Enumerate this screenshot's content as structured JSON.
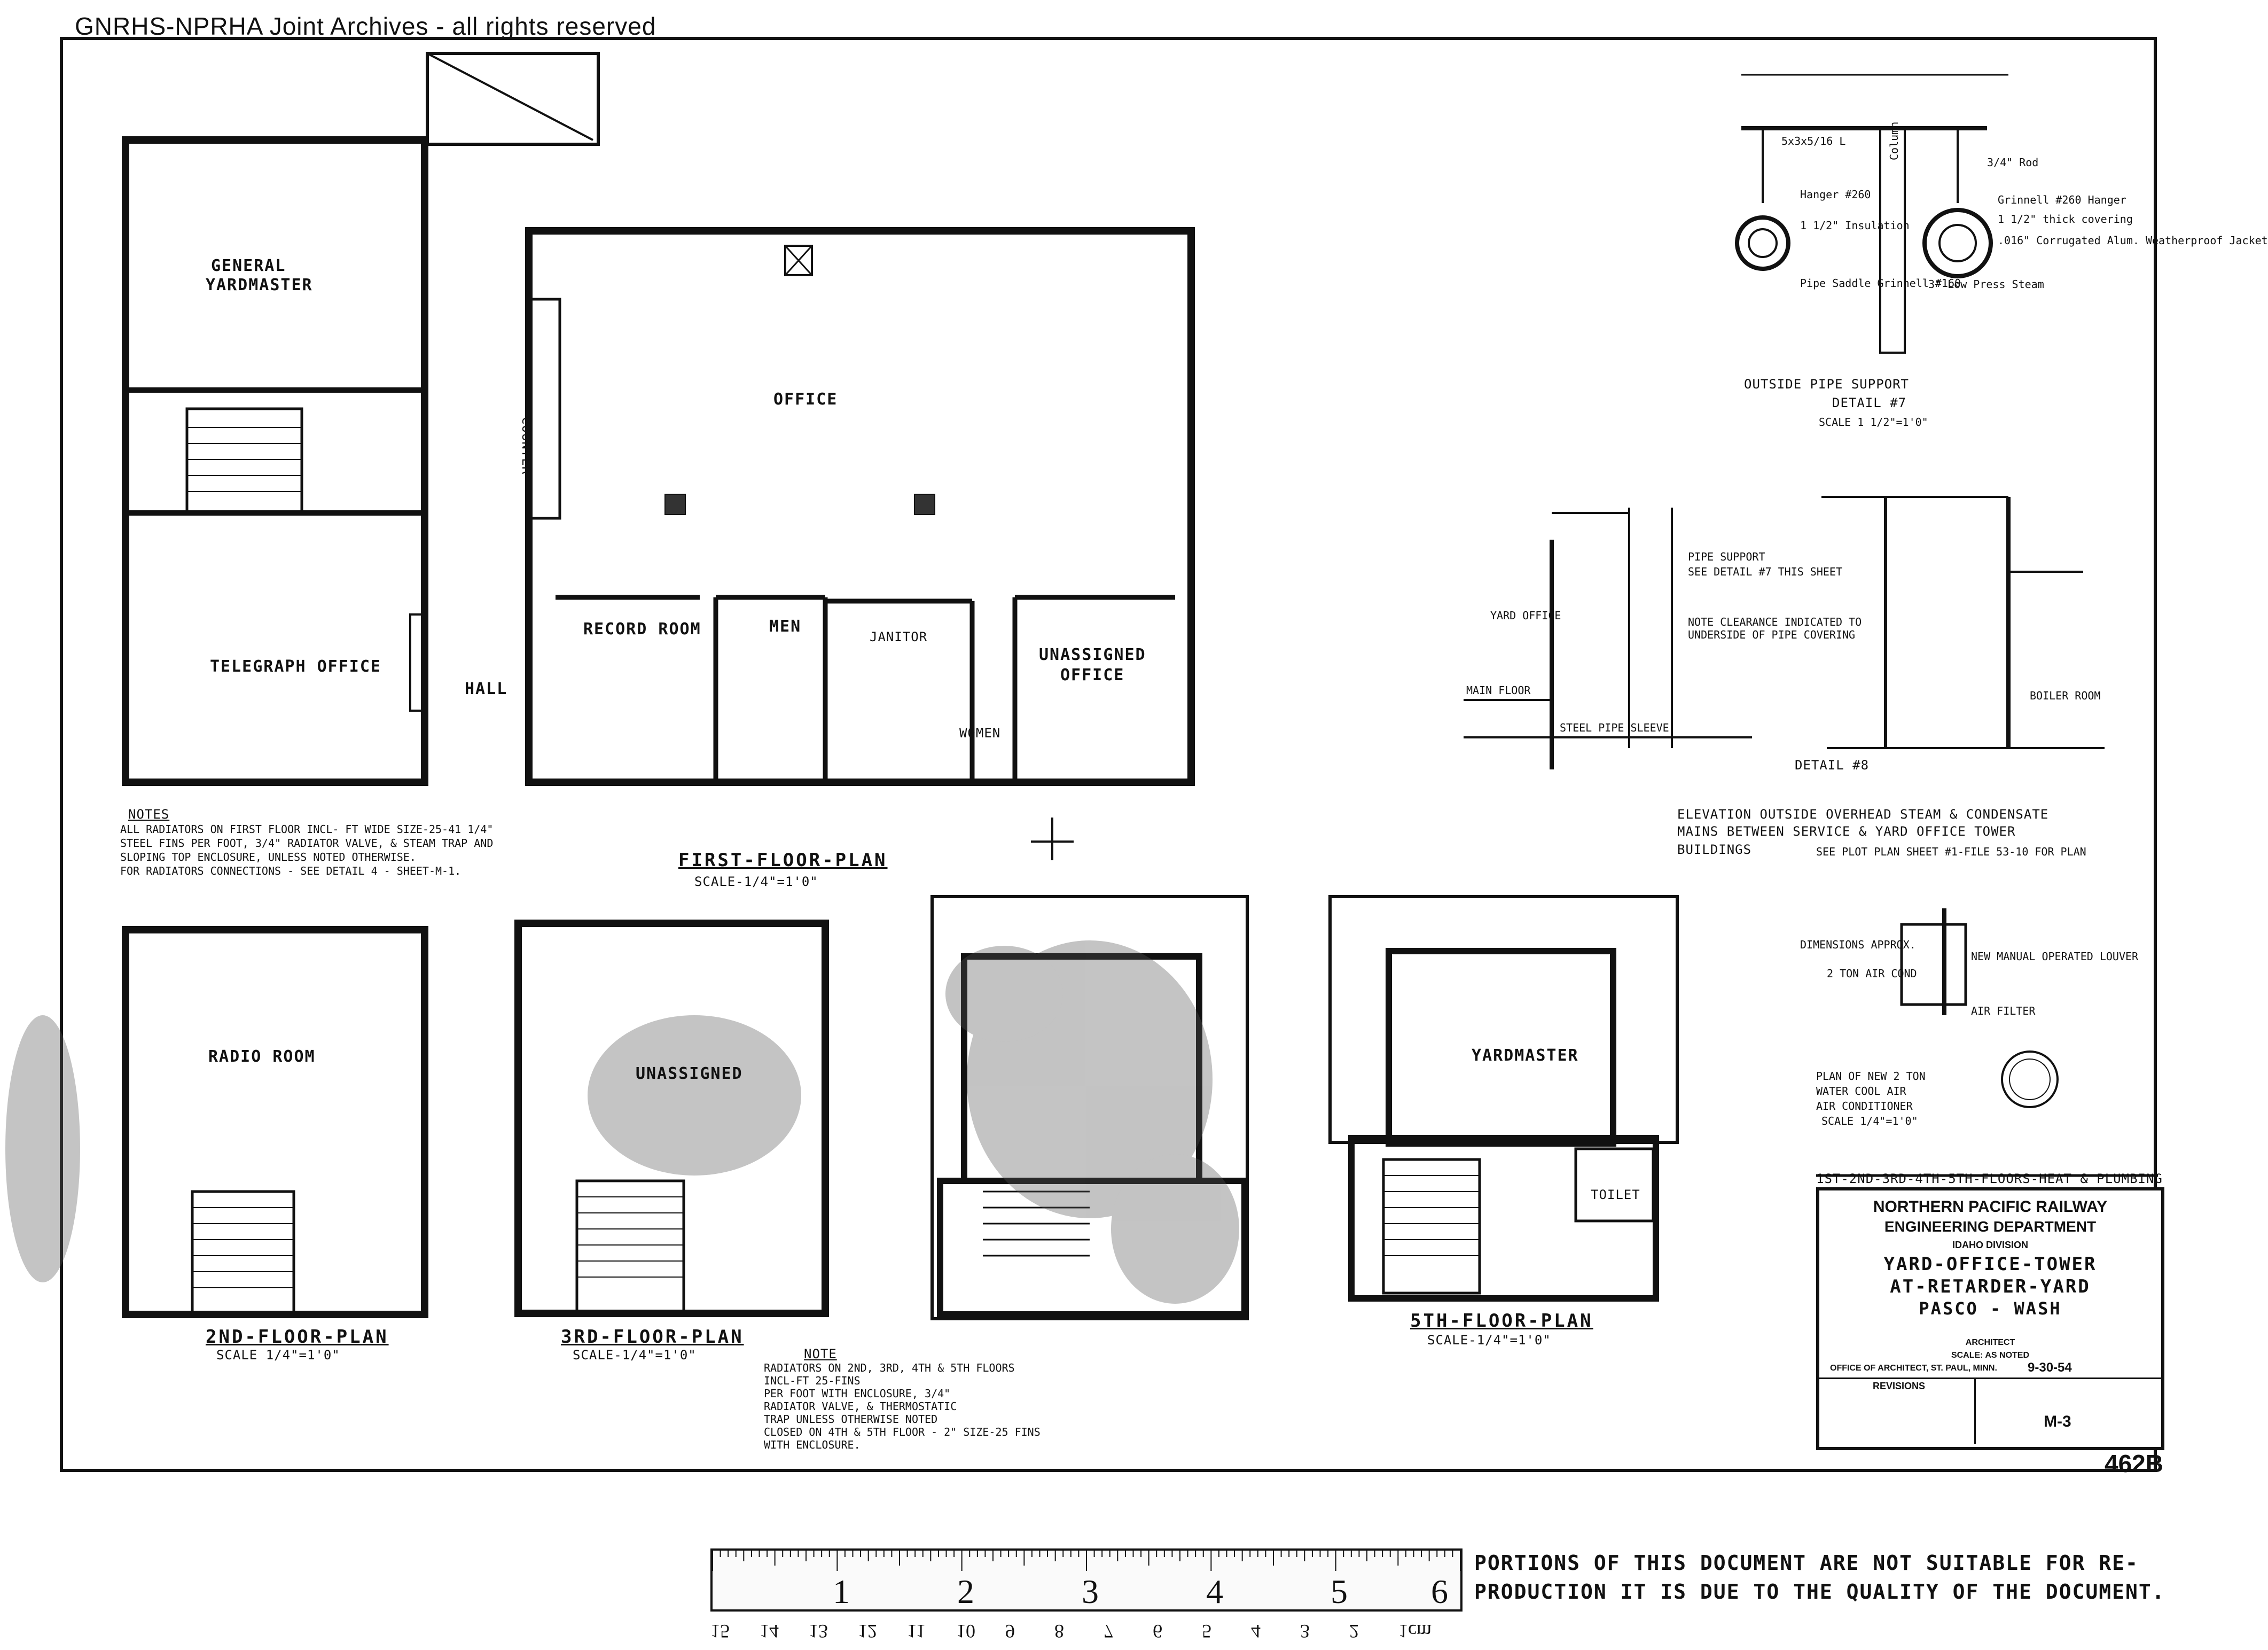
{
  "watermark": "GNRHS-NPRHA Joint Archives - all rights reserved",
  "plans": {
    "first_floor": {
      "title": "FIRST-FLOOR-PLAN",
      "scale": "SCALE-1/4\"=1'0\"",
      "rooms": {
        "general_yardmaster_1": "GENERAL",
        "general_yardmaster_2": "YARDMASTER",
        "office": "OFFICE",
        "telegraph": "TELEGRAPH OFFICE",
        "hall": "HALL",
        "record_room": "RECORD ROOM",
        "men": "MEN",
        "janitor": "JANITOR",
        "women": "WOMEN",
        "unassigned_1": "UNASSIGNED",
        "unassigned_2": "OFFICE",
        "counter": "COUNTER"
      },
      "notes_title": "NOTES",
      "notes": [
        "ALL RADIATORS ON FIRST FLOOR INCL- FT WIDE SIZE-25-41 1/4\"",
        "STEEL FINS PER FOOT, 3/4\" RADIATOR VALVE, & STEAM TRAP AND",
        "SLOPING TOP ENCLOSURE, UNLESS NOTED OTHERWISE.",
        "FOR RADIATORS CONNECTIONS - SEE DETAIL 4 - SHEET-M-1."
      ]
    },
    "second_floor": {
      "title": "2ND-FLOOR-PLAN",
      "scale": "SCALE 1/4\"=1'0\"",
      "room": "RADIO ROOM"
    },
    "third_floor": {
      "title": "3RD-FLOOR-PLAN",
      "scale": "SCALE-1/4\"=1'0\"",
      "room": "UNASSIGNED"
    },
    "fifth_floor": {
      "title": "5TH-FLOOR-PLAN",
      "scale": "SCALE-1/4\"=1'0\"",
      "room": "YARDMASTER",
      "toilet": "TOILET"
    },
    "fourth_floor_note_title": "NOTE",
    "fourth_floor_notes": [
      "RADIATORS ON 2ND, 3RD, 4TH & 5TH FLOORS",
      "INCL-FT 25-FINS",
      "PER FOOT WITH ENCLOSURE, 3/4\"",
      "RADIATOR VALVE, & THERMOSTATIC",
      "TRAP UNLESS OTHERWISE NOTED",
      "CLOSED ON 4TH & 5TH FLOOR - 2\" SIZE-25 FINS",
      "WITH ENCLOSURE."
    ]
  },
  "details": {
    "pipe_support_title": "OUTSIDE PIPE SUPPORT",
    "pipe_support_detail": "DETAIL #7",
    "pipe_support_scale": "SCALE 1 1/2\"=1'0\"",
    "pipe_labels": [
      "5x3x5/16 L",
      "3/4\" Rod",
      "Grinnell #260 Hanger",
      "1 1/2\" thick covering",
      ".016\" Corrugated Alum. Weatherproof Jacket",
      "3\" Low Press Steam",
      "Column",
      "Hanger #260",
      "1 1/2\" Insulation",
      "Pipe Saddle Grinnell #160"
    ],
    "elevation_detail": "DETAIL #8",
    "elevation_title_1": "ELEVATION OUTSIDE OVERHEAD STEAM & CONDENSATE",
    "elevation_title_2": "MAINS BETWEEN SERVICE & YARD OFFICE TOWER",
    "elevation_title_3": "BUILDINGS",
    "elevation_ref": "SEE PLOT PLAN SHEET #1-FILE 53-10 FOR PLAN",
    "elevation_labels": [
      "YARD OFFICE",
      "MAIN FLOOR",
      "PIPE SUPPORT",
      "SEE DETAIL #7 THIS SHEET",
      "NOTE CLEARANCE INDICATED TO UNDERSIDE OF PIPE COVERING",
      "STEEL PIPE SLEEVE",
      "BOILER ROOM"
    ],
    "ac_plan_1": "PLAN OF NEW 2 TON",
    "ac_plan_2": "WATER COOL AIR",
    "ac_plan_3": "AIR CONDITIONER",
    "ac_plan_4": "SCALE 1/4\"=1'0\"",
    "ac_labels": [
      "DIMENSIONS APPROX.",
      "2 TON AIR COND",
      "AIR FILTER",
      "NEW MANUAL OPERATED LOUVER"
    ]
  },
  "title_block": {
    "sheet_heading": "1ST-2ND-3RD-4TH-5TH-FLOORS-HEAT & PLUMBING",
    "railway": "NORTHERN PACIFIC RAILWAY",
    "department": "ENGINEERING DEPARTMENT",
    "division": "IDAHO DIVISION",
    "project_1": "YARD-OFFICE-TOWER",
    "project_2": "AT-RETARDER-YARD",
    "location": "PASCO - WASH",
    "architect": "ARCHITECT",
    "scale": "SCALE: AS NOTED",
    "office": "OFFICE OF ARCHITECT, ST. PAUL, MINN.",
    "date": "9-30-54",
    "revisions": "REVISIONS",
    "sheet": "M-3",
    "file_no": "462B"
  },
  "ruler": {
    "top_numbers": [
      "1",
      "2",
      "3",
      "4",
      "5",
      "6"
    ],
    "bottom_numbers": [
      "15",
      "14",
      "13",
      "12",
      "11",
      "10",
      "9",
      "8",
      "7",
      "6",
      "5",
      "4",
      "3",
      "2",
      "1cm"
    ]
  },
  "notice": [
    "PORTIONS OF THIS DOCUMENT ARE NOT SUITABLE FOR RE-",
    "PRODUCTION IT IS DUE TO THE QUALITY OF THE DOCUMENT."
  ]
}
